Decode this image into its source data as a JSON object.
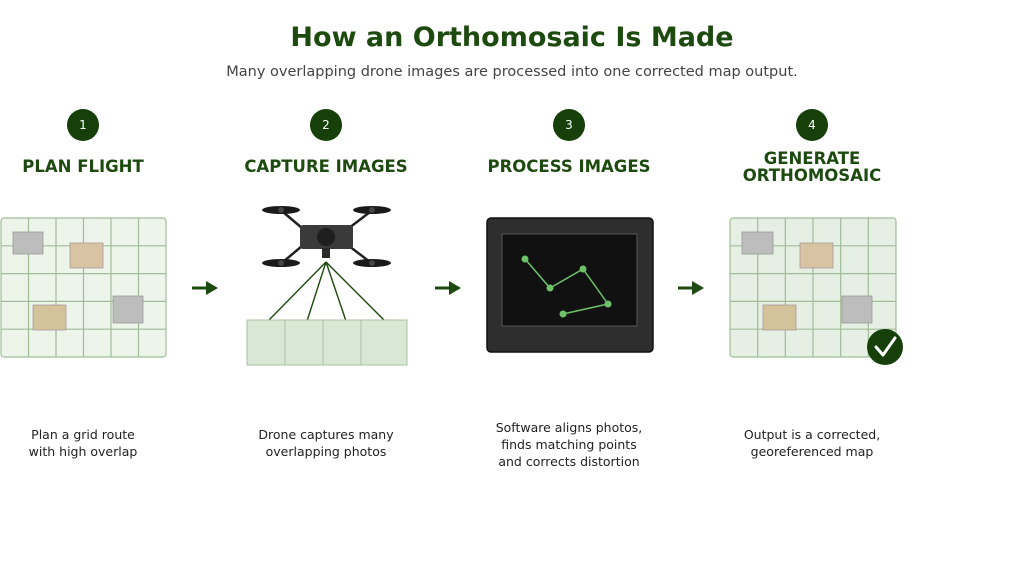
{
  "title": "How an Orthomosaic Is Made",
  "subtitle": "Many overlapping drone images are processed into one corrected map output.",
  "steps": [
    {
      "number": "1",
      "title": "PLAN FLIGHT",
      "description": [
        "Plan a grid route",
        "with high overlap"
      ]
    },
    {
      "number": "2",
      "title": "CAPTURE IMAGES",
      "description": [
        "Drone captures many",
        "overlapping photos"
      ]
    },
    {
      "number": "3",
      "title": "PROCESS IMAGES",
      "description": [
        "Software aligns photos,",
        "finds matching points",
        "and corrects distortion"
      ]
    },
    {
      "number": "4",
      "title": [
        "GENERATE",
        "ORTHOMOSAIC"
      ],
      "description": [
        "Output is a corrected,",
        "georeferenced map"
      ]
    }
  ],
  "colors": {
    "heading": "#1d4a0f",
    "badge": "#163f0a",
    "arrow": "#1d4a0f",
    "map_fill": "#edf4ea",
    "map_grid": "#9fbd97",
    "photo_fill": "#d9e7d5",
    "screen_frame": "#2e2e2e",
    "screen": "#111111",
    "point": "#6cc36a"
  },
  "icons": {
    "arrow": "right-arrow-icon",
    "check": "checkmark-icon",
    "drone": "drone-icon",
    "monitor": "monitor-icon",
    "map": "map-grid-icon"
  }
}
